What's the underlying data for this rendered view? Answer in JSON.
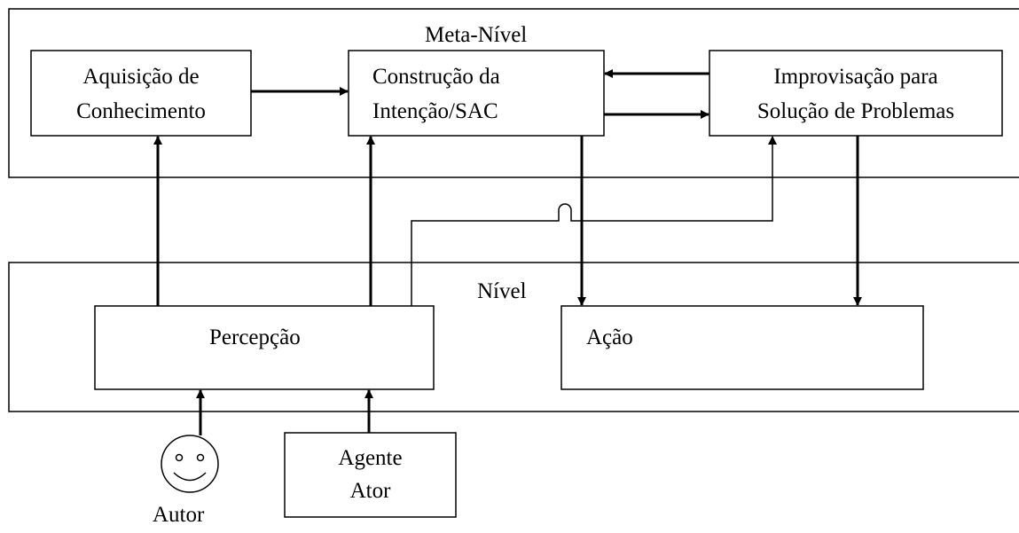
{
  "meta_level": {
    "label": "Meta-Nível"
  },
  "level": {
    "label": "Nível"
  },
  "boxes": {
    "acquisition": {
      "line1": "Aquisição de",
      "line2": "Conhecimento"
    },
    "intention": {
      "line1": "Construção da",
      "line2": "Intenção/SAC"
    },
    "improvisation": {
      "line1": "Improvisação para",
      "line2": "Solução de Problemas"
    },
    "perception": {
      "label": "Percepção"
    },
    "action": {
      "label": "Ação"
    },
    "agent": {
      "line1": "Agente",
      "line2": "Ator"
    }
  },
  "author": {
    "label": "Autor"
  }
}
